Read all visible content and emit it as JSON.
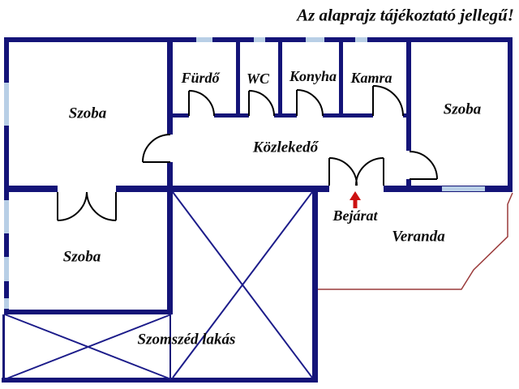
{
  "title": "Az alaprajz tájékoztató jellegű!",
  "labels": {
    "szoba_top_left": "Szoba",
    "furdo": "Fürdő",
    "wc": "WC",
    "konyha": "Konyha",
    "kamra": "Kamra",
    "szoba_top_right": "Szoba",
    "kozlekedo": "Közlekedő",
    "szoba_bottom_left": "Szoba",
    "bejarat": "Bejárat",
    "veranda": "Veranda",
    "szomszed_lakas": "Szomszéd lakás"
  },
  "colors": {
    "wall": "#141478",
    "window": "#b8cfe6",
    "door_arc": "#000000",
    "cross_lines": "#1c1c8a",
    "veranda_outline": "#9a3a3a",
    "entrance_arrow": "#cc1111",
    "text": "#0a0a0a",
    "background": "#ffffff"
  },
  "icons": {
    "entrance_arrow": "up-arrow"
  }
}
